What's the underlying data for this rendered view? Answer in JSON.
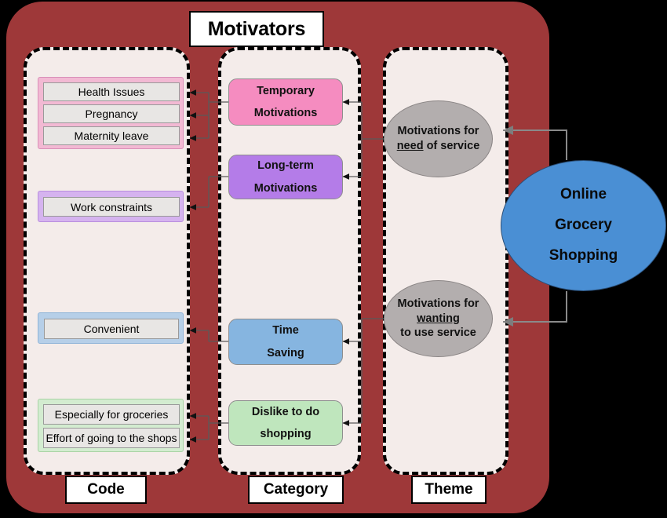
{
  "title": "Motivators",
  "colors": {
    "panel_red": "#9e3839",
    "column_bg": "#f4ecea",
    "pink": "#f58cc0",
    "purple": "#b47ce8",
    "blue": "#86b5e0",
    "green": "#bfe6bd",
    "theme_gray": "#b3aeae",
    "main_blue": "#4a8fd4",
    "background": "#000000"
  },
  "legend": {
    "code": "Code",
    "category": "Category",
    "theme": "Theme"
  },
  "codes": {
    "pink_group": [
      {
        "label": "Health Issues"
      },
      {
        "label": "Pregnancy"
      },
      {
        "label": "Maternity leave"
      }
    ],
    "purple_group": [
      {
        "label": "Work constraints"
      }
    ],
    "blue_group": [
      {
        "label": "Convenient"
      }
    ],
    "green_group": [
      {
        "label": "Especially for groceries"
      },
      {
        "label": "Effort of going to the shops"
      }
    ]
  },
  "categories": [
    {
      "line1": "Temporary",
      "line2": "Motivations"
    },
    {
      "line1": "Long-term",
      "line2": "Motivations"
    },
    {
      "line1": "Time",
      "line2": "Saving"
    },
    {
      "line1": "Dislike to do",
      "line2": "shopping"
    }
  ],
  "themes": {
    "need": {
      "line1": "Motivations for",
      "emphasis": "need",
      "line2_rest": " of service"
    },
    "wanting": {
      "line1": "Motivations for",
      "emphasis": "wanting",
      "line3": "to use service"
    }
  },
  "main_node": {
    "line1": "Online",
    "line2": "Grocery",
    "line3": "Shopping"
  }
}
